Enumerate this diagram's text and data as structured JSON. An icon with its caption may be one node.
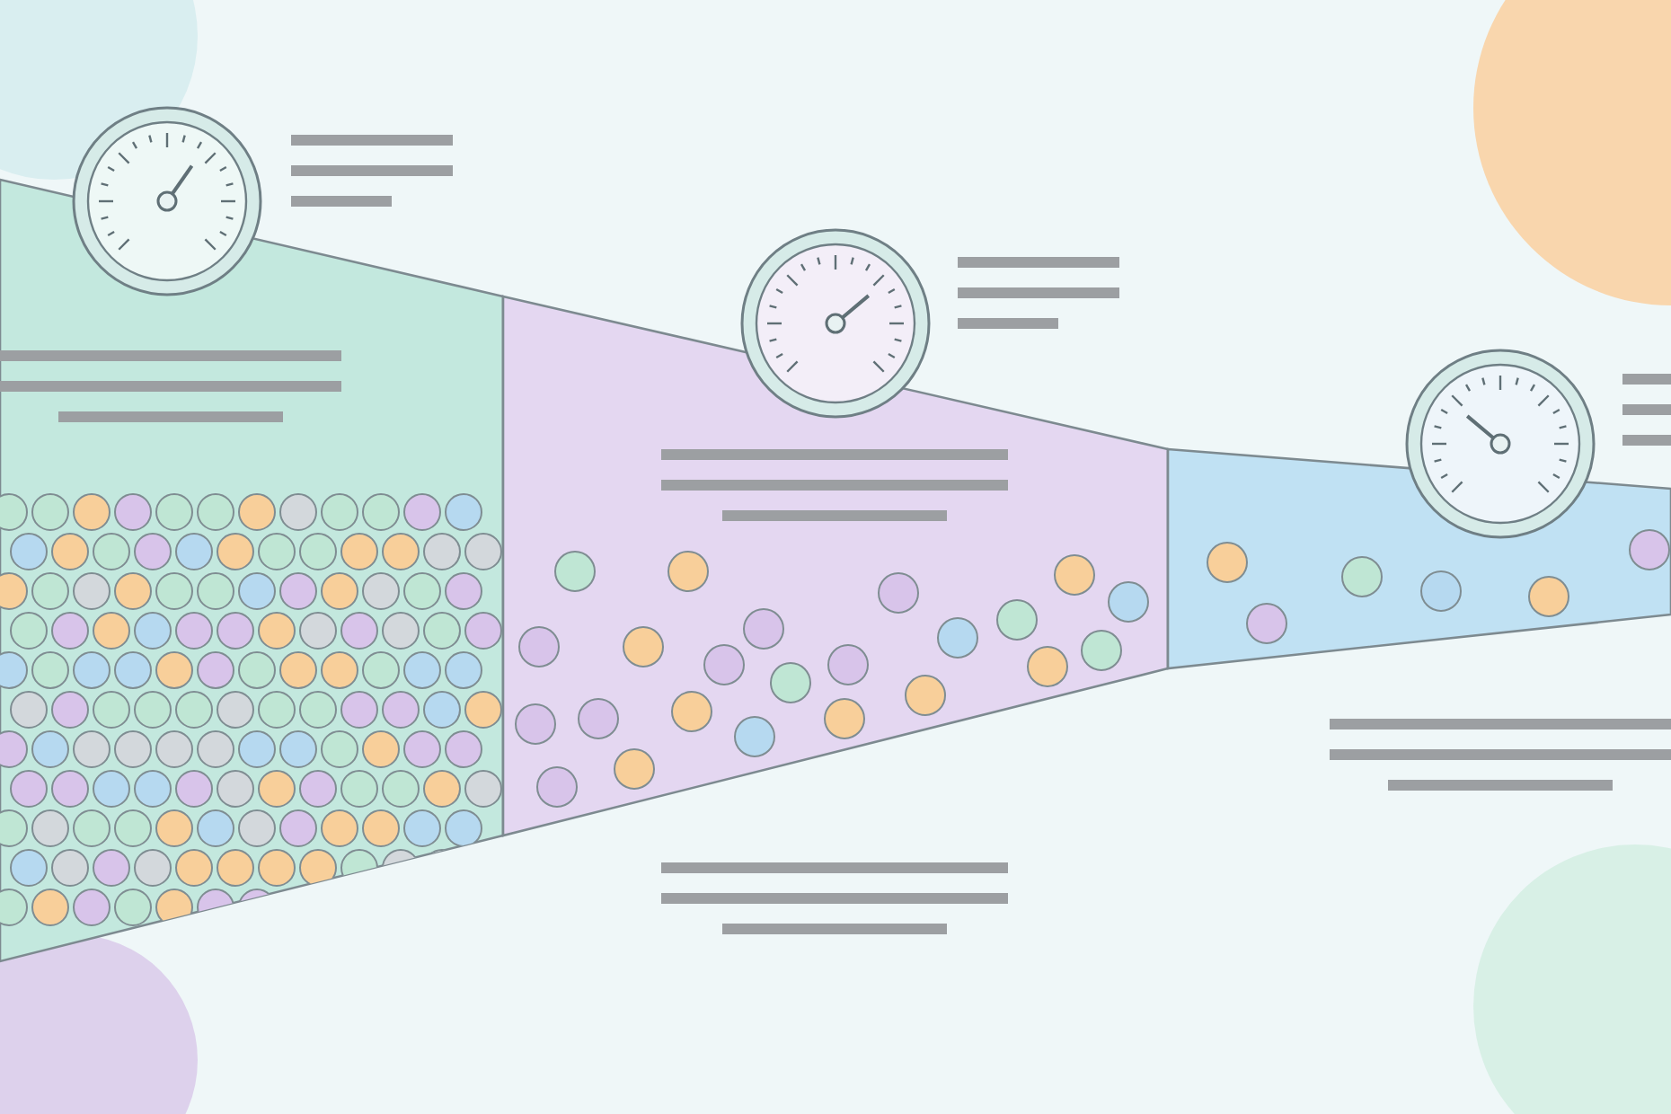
{
  "diagram": {
    "nodes": [
      {
        "text": [],
        "shape": "band"
      },
      {
        "text": [],
        "shape": "band"
      },
      {
        "text": [],
        "shape": "band"
      }
    ]
  }
}
